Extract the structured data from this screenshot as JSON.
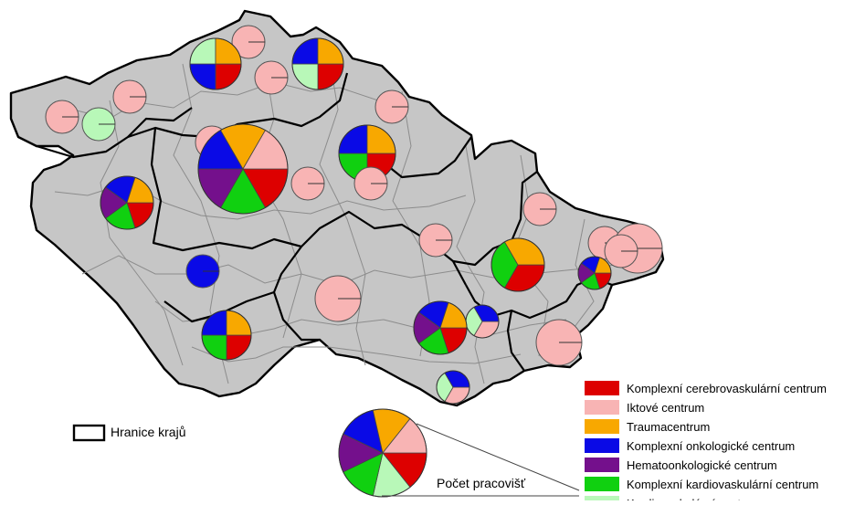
{
  "colors": {
    "background": "#ffffff",
    "region_fill": "#c6c6c6",
    "district_border": "#8c8c8c",
    "kraj_border": "#000000"
  },
  "legend": {
    "categories": [
      {
        "id": "cerebro_complex",
        "label": "Komplexní cerebrovaskulární centrum",
        "color": "#dd0000"
      },
      {
        "id": "iktove",
        "label": "Iktové centrum",
        "color": "#f8b4b4"
      },
      {
        "id": "trauma",
        "label": "Traumacentrum",
        "color": "#f8a800"
      },
      {
        "id": "onko",
        "label": "Komplexní onkologické centrum",
        "color": "#0a0ae6"
      },
      {
        "id": "hemato",
        "label": "Hematoonkologické centrum",
        "color": "#74108c"
      },
      {
        "id": "kardio_complex",
        "label": "Komplexní kardiovaskulární centrum",
        "color": "#10d010"
      },
      {
        "id": "kardio",
        "label": "Kardiovaskulární centrum",
        "color": "#b8f8b8"
      }
    ],
    "border_label": "Hranice krajů",
    "size_label": "Počet pracovišť"
  },
  "symbols": [
    {
      "name": "pie-liberec-area",
      "cats": [
        "iktove"
      ]
    },
    {
      "name": "pie-usti-decin",
      "cats": [
        "cerebro_complex",
        "onko",
        "kardio",
        "trauma"
      ]
    },
    {
      "name": "pie-liberec",
      "cats": [
        "cerebro_complex",
        "kardio",
        "onko",
        "trauma"
      ]
    },
    {
      "name": "pie-mlada-boleslav",
      "cats": [
        "iktove"
      ]
    },
    {
      "name": "pie-teplice",
      "cats": [
        "iktove"
      ]
    },
    {
      "name": "pie-chomutov",
      "cats": [
        "iktove"
      ]
    },
    {
      "name": "pie-karlovy-vary",
      "cats": [
        "iktove"
      ]
    },
    {
      "name": "pie-sokolov",
      "cats": [
        "kardio"
      ]
    },
    {
      "name": "pie-trutnov",
      "cats": [
        "iktove"
      ]
    },
    {
      "name": "pie-kladno",
      "cats": [
        "iktove"
      ]
    },
    {
      "name": "pie-praha",
      "cats": [
        "cerebro_complex",
        "kardio_complex",
        "hemato",
        "onko",
        "trauma",
        "iktove"
      ]
    },
    {
      "name": "pie-hradec-kralove",
      "cats": [
        "cerebro_complex",
        "kardio_complex",
        "onko",
        "trauma"
      ]
    },
    {
      "name": "pie-kolin",
      "cats": [
        "iktove"
      ]
    },
    {
      "name": "pie-pardubice",
      "cats": [
        "iktove"
      ]
    },
    {
      "name": "pie-plzen",
      "cats": [
        "cerebro_complex",
        "kardio_complex",
        "hemato",
        "onko",
        "trauma"
      ]
    },
    {
      "name": "pie-usti-orlici",
      "cats": [
        "iktove"
      ]
    },
    {
      "name": "pie-havlickuv-brod",
      "cats": [
        "iktove"
      ]
    },
    {
      "name": "pie-ostrava",
      "cats": [
        "iktove"
      ]
    },
    {
      "name": "pie-opava",
      "cats": [
        "iktove"
      ]
    },
    {
      "name": "pie-novy-jicin",
      "cats": [
        "cerebro_complex",
        "kardio_complex",
        "trauma"
      ]
    },
    {
      "name": "pie-olomouc",
      "cats": [
        "cerebro_complex",
        "kardio_complex",
        "hemato",
        "onko",
        "trauma"
      ]
    },
    {
      "name": "pie-frydek",
      "cats": [
        "onko"
      ]
    },
    {
      "name": "pie-pisek",
      "cats": [
        "iktove"
      ]
    },
    {
      "name": "pie-jihlava",
      "cats": [
        "iktove",
        "kardio",
        "onko"
      ]
    },
    {
      "name": "pie-ceske-budejovice",
      "cats": [
        "cerebro_complex",
        "kardio_complex",
        "onko",
        "trauma"
      ]
    },
    {
      "name": "pie-brno",
      "cats": [
        "cerebro_complex",
        "kardio_complex",
        "hemato",
        "onko",
        "trauma"
      ]
    },
    {
      "name": "pie-vyskov",
      "cats": [
        "iktove"
      ]
    },
    {
      "name": "pie-zlin",
      "cats": [
        "iktove",
        "kardio",
        "onko"
      ]
    },
    {
      "name": "pie-znojmo",
      "cats": [
        "iktove"
      ]
    },
    {
      "name": "pie-size-legend",
      "cats": [
        "cerebro_complex",
        "kardio",
        "kardio_complex",
        "hemato",
        "onko",
        "trauma",
        "iktove"
      ]
    }
  ]
}
